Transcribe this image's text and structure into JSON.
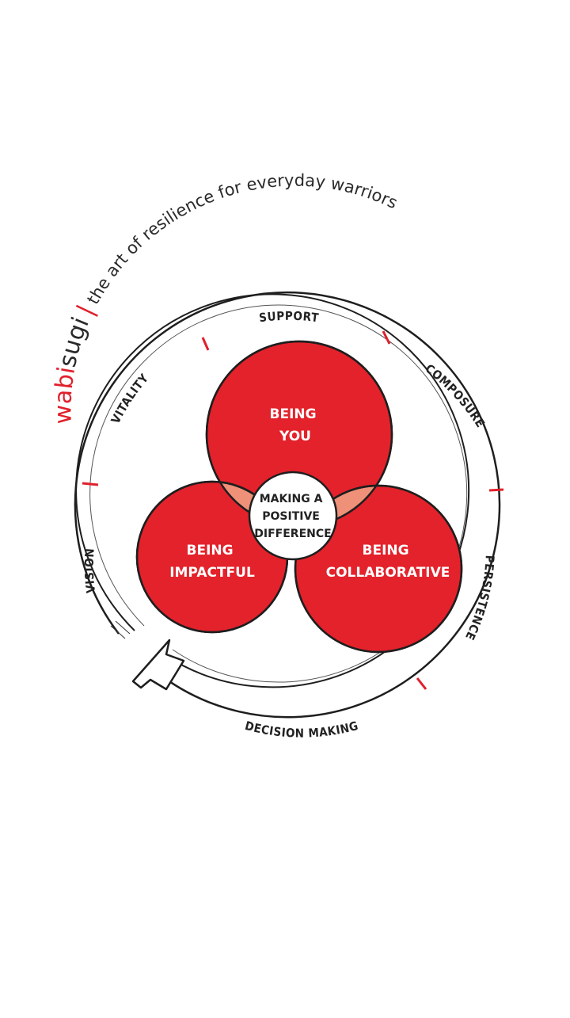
{
  "brand": {
    "name_part1": "wabi",
    "name_part2": "sugi",
    "separator": "|",
    "tagline": "the art of resilience for everyday warriors",
    "red": "#e0202b",
    "dark": "#2a2a2a"
  },
  "ring": {
    "labels": [
      "SUPPORT",
      "COMPOSURE",
      "PERSISTENCE",
      "DECISION MAKING",
      "VISION",
      "VITALITY"
    ]
  },
  "venn": {
    "top": [
      "BEING",
      "YOU"
    ],
    "left": [
      "BEING",
      "IMPACTFUL"
    ],
    "right": [
      "BEING",
      "COLLABORATIVE"
    ],
    "center": [
      "MAKING A",
      "POSITIVE",
      "DIFFERENCE"
    ],
    "circle_color": "#e3222b",
    "overlap_color": "#ef9078",
    "center_color": "#ffffff"
  }
}
